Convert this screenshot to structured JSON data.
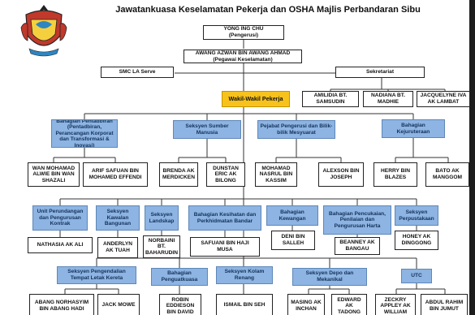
{
  "title": "Jawatankuasa Keselamatan Pekerja dan OSHA Majlis Perbandaran Sibu",
  "chair": {
    "name": "YONG ING CHU",
    "role": "(Pengerusi)"
  },
  "officer": {
    "name": "AWANG AZWAN BIN AWANG AHMAD",
    "role": "(Pegawai Keselamatan)"
  },
  "smc": "SMC LA Serve",
  "secretariat": {
    "label": "Sekretariat",
    "members": [
      "AMILIDIA BT. SAMSUDIN",
      "NADIANA BT. MADHIE",
      "JACQUELYNE IVA AK LAMBAT"
    ]
  },
  "reps": "Wakil-Wakil Pekerja",
  "row1": [
    {
      "dept": "Bahagian Pentadbiran (Pentadbiran, Perancangan Korporat dan Transformasi & Inovasi)",
      "people": [
        "WAN MOHAMAD ALWIE BIN WAN SHAZALI",
        "ARIF SAFUAN BIN MOHAMED EFFENDI"
      ]
    },
    {
      "dept": "Seksyen Sumber Manusia",
      "people": [
        "BRENDA AK MERDICKEN",
        "DUNSTAN ERIC AK BILONG"
      ]
    },
    {
      "dept": "Pejabat Pengerusi dan Bilik-bilik Mesyuarat",
      "people": [
        "MOHAMAD NASRUL BIN KASSIM",
        "ALEXSON BIN JOSEPH"
      ]
    },
    {
      "dept": "Bahagian Kejuruteraan",
      "people": [
        "HERRY BIN BLAZES",
        "BATO AK MANGGOM"
      ]
    }
  ],
  "row2": [
    {
      "dept": "Unit Perundangan dan Pengurusan Kontrak",
      "people": [
        "NATHASIA AK ALI"
      ]
    },
    {
      "dept": "Seksyen Kawalan Bangunan",
      "people": [
        "ANDERLYN AK TUAH"
      ]
    },
    {
      "dept": "Seksyen Landskap",
      "people": [
        "NORBAINI BT. BAHARUDIN"
      ]
    },
    {
      "dept": "Bahagian Kesihatan dan Perkhidmatan Bandar",
      "people": [
        "SAFUANI BIN HAJI MUSA"
      ]
    },
    {
      "dept": "Bahagian Kewangan",
      "people": [
        "DENI BIN SALLEH"
      ]
    },
    {
      "dept": "Bahagian Pencukaian, Penilaian dan Pengurusan Harta",
      "people": [
        "BEANNEY AK BANGAU"
      ]
    },
    {
      "dept": "Seksyen Perpustakaan",
      "people": [
        "HONEY AK DINGGONG"
      ]
    }
  ],
  "row3": [
    {
      "dept": "Seksyen Pengendalian Tempat Letak Kereta",
      "people": [
        "ABANG NORHASYIM BIN ABANG HADI",
        "JACK MOWE"
      ]
    },
    {
      "dept": "Bahagian Penguatkuasa",
      "people": [
        "ROBIN EDDIESON BIN DAVID"
      ]
    },
    {
      "dept": "Seksyen Kolam Renang",
      "people": [
        "ISMAIL BIN SEH"
      ]
    },
    {
      "dept": "Seksyen Depo dan Mekanikal",
      "people": [
        "MASING AK INCHAN",
        "EDWARD AK TADONG"
      ]
    },
    {
      "dept": "UTC",
      "people": [
        "ZECKRY APPLEY AK WILLIAM",
        "ABDUL RAHIM BIN JUMUT"
      ]
    }
  ]
}
